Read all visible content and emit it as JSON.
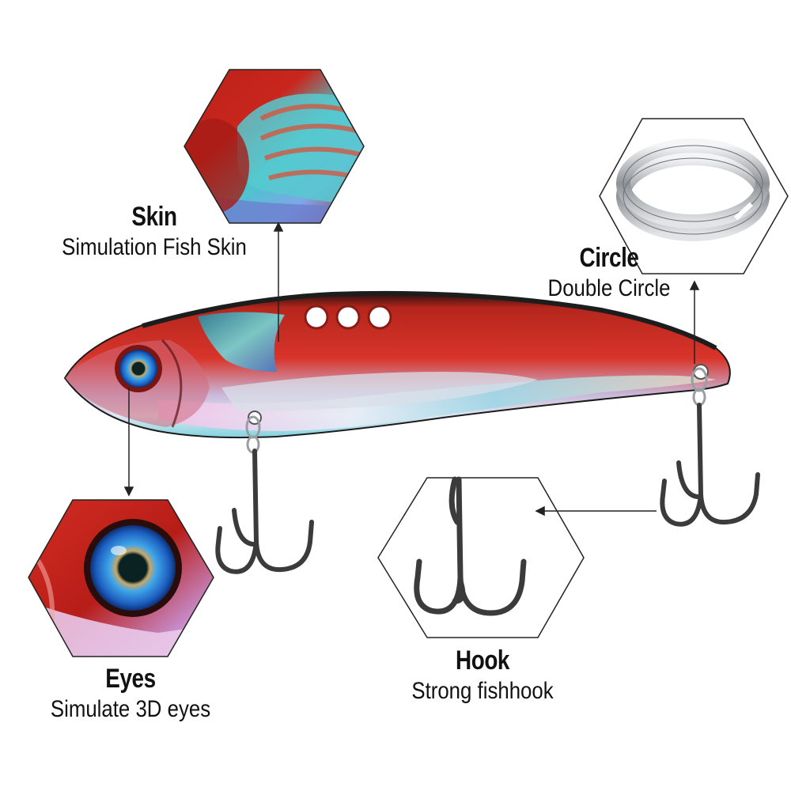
{
  "callouts": {
    "skin": {
      "title": "Skin",
      "description": "Simulation Fish Skin"
    },
    "circle": {
      "title": "Circle",
      "description": "Double Circle"
    },
    "eyes": {
      "title": "Eyes",
      "description": "Simulate 3D eyes"
    },
    "hook": {
      "title": "Hook",
      "description": "Strong fishhook"
    }
  },
  "icons": {
    "lure": "fishing-lure-icon",
    "split_ring": "split-ring-icon",
    "treble_hook": "treble-hook-icon",
    "eye": "lure-eye-icon"
  },
  "colors": {
    "lure_red": "#c8261c",
    "lure_teal": "#3fc6c9",
    "eye_blue": "#2f8fd8",
    "hook_dark": "#3b3b3b",
    "ring_silver": "#b9bcc0",
    "text": "#111111"
  }
}
